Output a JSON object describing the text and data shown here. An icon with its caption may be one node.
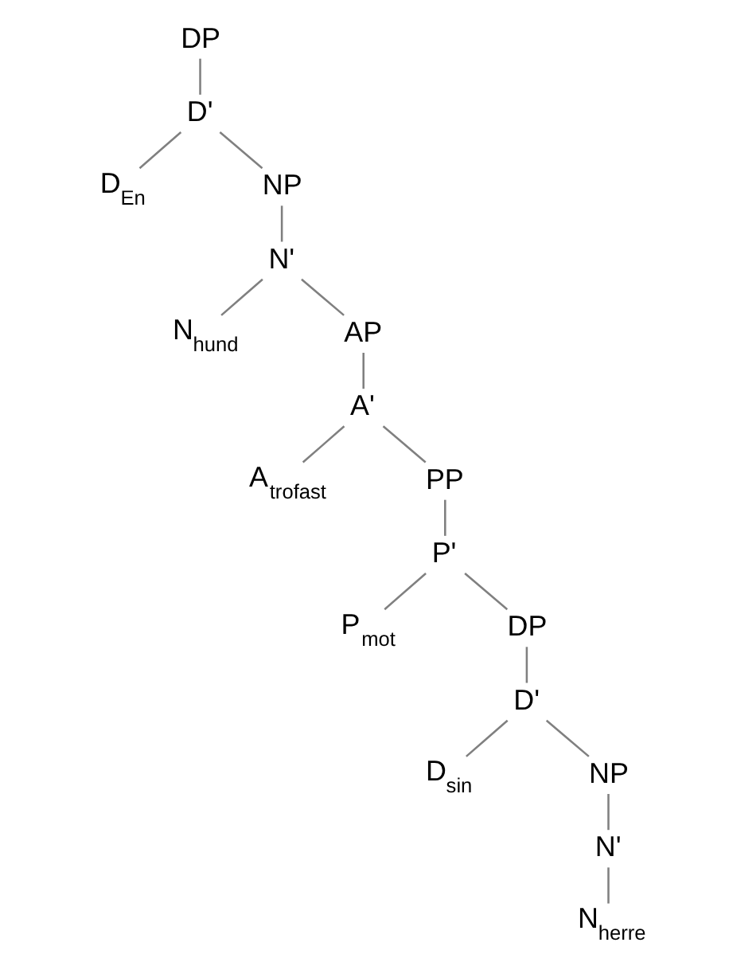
{
  "diagram": {
    "nodes": [
      {
        "text": [
          "DP"
        ]
      },
      {
        "text": [
          "D'"
        ]
      },
      {
        "text": [
          "D$_{En}$"
        ]
      },
      {
        "text": [
          "NP"
        ]
      },
      {
        "text": [
          "N'"
        ]
      },
      {
        "text": [
          "N$_{hund}$"
        ]
      },
      {
        "text": [
          "AP"
        ]
      },
      {
        "text": [
          "A'"
        ]
      },
      {
        "text": [
          "A$_{trofast}$"
        ]
      },
      {
        "text": [
          "PP"
        ]
      },
      {
        "text": [
          "P'"
        ]
      },
      {
        "text": [
          "P$_{mot}$"
        ]
      },
      {
        "text": [
          "DP"
        ]
      },
      {
        "text": [
          "D'"
        ]
      },
      {
        "text": [
          "D$_{sin}$"
        ]
      },
      {
        "text": [
          "NP"
        ]
      },
      {
        "text": [
          "N'"
        ]
      },
      {
        "text": [
          "N$_{herre}$"
        ]
      }
    ],
    "edges": [
      {
        "from": 0,
        "to": 1,
        "arrow": "none"
      },
      {
        "from": 1,
        "to": 2,
        "arrow": "none"
      },
      {
        "from": 1,
        "to": 3,
        "arrow": "none"
      },
      {
        "from": 3,
        "to": 4,
        "arrow": "none"
      },
      {
        "from": 4,
        "to": 5,
        "arrow": "none"
      },
      {
        "from": 4,
        "to": 6,
        "arrow": "none"
      },
      {
        "from": 6,
        "to": 7,
        "arrow": "none"
      },
      {
        "from": 7,
        "to": 8,
        "arrow": "none"
      },
      {
        "from": 7,
        "to": 9,
        "arrow": "none"
      },
      {
        "from": 9,
        "to": 10,
        "arrow": "none"
      },
      {
        "from": 10,
        "to": 11,
        "arrow": "none"
      },
      {
        "from": 10,
        "to": 12,
        "arrow": "none"
      },
      {
        "from": 12,
        "to": 13,
        "arrow": "none"
      },
      {
        "from": 13,
        "to": 14,
        "arrow": "none"
      },
      {
        "from": 13,
        "to": 15,
        "arrow": "none"
      },
      {
        "from": 15,
        "to": 16,
        "arrow": "none"
      },
      {
        "from": 16,
        "to": 17,
        "arrow": "none"
      }
    ]
  }
}
